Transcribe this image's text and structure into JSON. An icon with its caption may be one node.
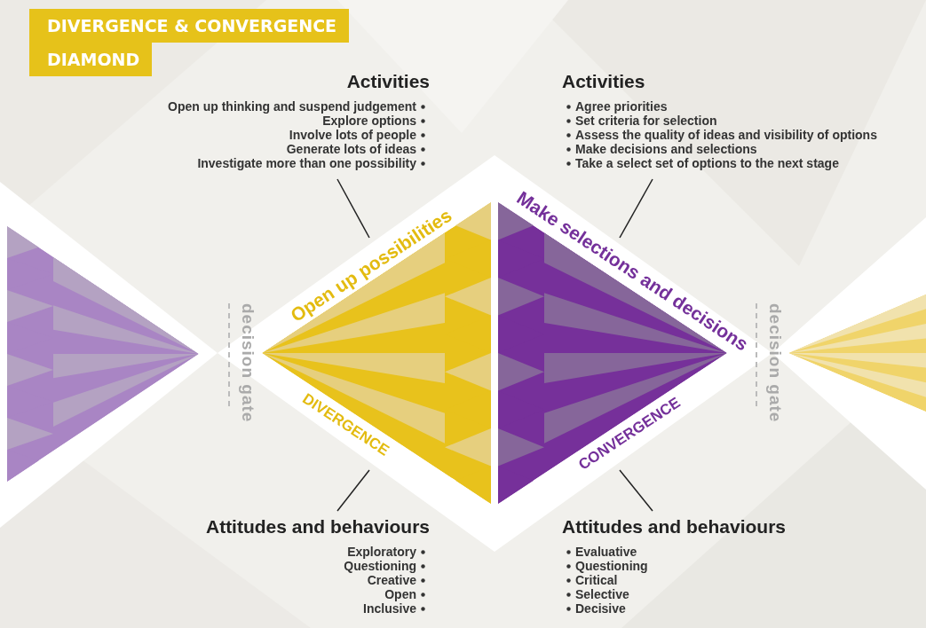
{
  "diagram": {
    "title": "DIVERGENCE & CONVERGENCE DIAMOND",
    "nodes": [
      {
        "text": [],
        "shape": "triangle"
      },
      {
        "text": [
          "Activities",
          "Open up thinking and suspend judgement",
          "Explore options",
          "Involve lots of people",
          "Generate lots of ideas",
          "Investigate more than one possibility"
        ]
      },
      {
        "text": [
          "Activities",
          "Agree priorities",
          "Set criteria for selection",
          "Assess the quality of ideas and visibility of options",
          "Make decisions and selections",
          "Take a select set of options to the next stage"
        ]
      },
      {
        "text": [
          "Open up possibilities",
          "DIVERGENCE"
        ]
      },
      {
        "text": [
          "Make selections and decisions",
          "CONVERGENCE"
        ]
      },
      {
        "text": [],
        "shape": "triangle"
      },
      {
        "text": [
          "Attitudes and behaviours",
          "Exploratory",
          "Questioning",
          "Creative",
          "Open",
          "Inclusive"
        ]
      },
      {
        "text": [
          "Attitudes and behaviours",
          "Evaluative",
          "Questioning",
          "Critical",
          "Selective",
          "Decisive"
        ]
      }
    ],
    "edges": [
      {
        "from": 1,
        "to": 3,
        "arrow": "none"
      },
      {
        "from": 2,
        "to": 4,
        "arrow": "none"
      },
      {
        "from": 6,
        "to": 3,
        "arrow": "none"
      },
      {
        "from": 7,
        "to": 4,
        "arrow": "none"
      }
    ],
    "labels": [
      "decision gate",
      "decision gate"
    ]
  }
}
